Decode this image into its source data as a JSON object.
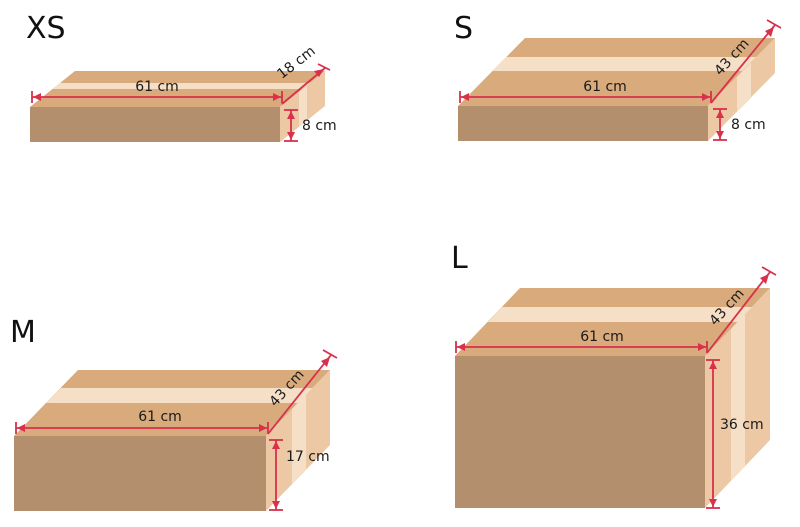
{
  "colors": {
    "box_front": "#b48f6e",
    "box_top": "#d8aa7c",
    "box_side": "#ecc8a4",
    "tape": "#f6dfc7",
    "dimension_line": "#d9304c",
    "label": "#111111"
  },
  "boxes": [
    {
      "id": "xs",
      "size_label": "XS",
      "length_label": "61 cm",
      "depth_label": "18 cm",
      "height_label": "8 cm"
    },
    {
      "id": "s",
      "size_label": "S",
      "length_label": "61 cm",
      "depth_label": "43 cm",
      "height_label": "8 cm"
    },
    {
      "id": "m",
      "size_label": "M",
      "length_label": "61 cm",
      "depth_label": "43 cm",
      "height_label": "17 cm"
    },
    {
      "id": "l",
      "size_label": "L",
      "length_label": "61 cm",
      "depth_label": "43 cm",
      "height_label": "36 cm"
    }
  ]
}
